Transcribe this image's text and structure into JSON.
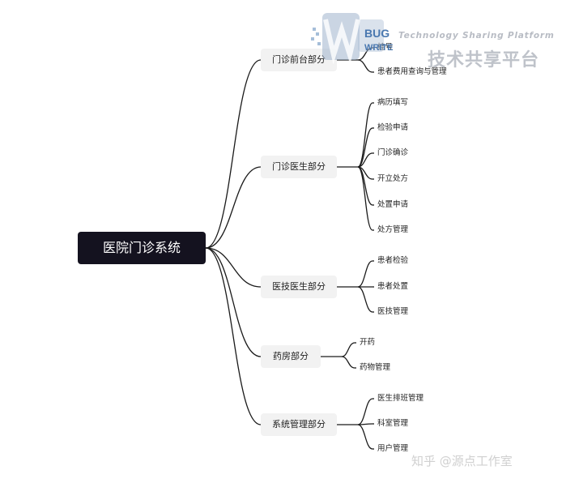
{
  "mindmap": {
    "root": "医院门诊系统",
    "branches": [
      {
        "label": "门诊前台部分",
        "children": [
          "挂号",
          "患者费用查询与管理"
        ]
      },
      {
        "label": "门诊医生部分",
        "children": [
          "病历填写",
          "检验申请",
          "门诊确诊",
          "开立处方",
          "处置申请",
          "处方管理"
        ]
      },
      {
        "label": "医技医生部分",
        "children": [
          "患者检验",
          "患者处置",
          "医技管理"
        ]
      },
      {
        "label": "药房部分",
        "children": [
          "开药",
          "药物管理"
        ]
      },
      {
        "label": "系统管理部分",
        "children": [
          "医生排班管理",
          "科室管理",
          "用户管理"
        ]
      }
    ]
  },
  "watermark": {
    "logo_text_1": "BUG",
    "logo_text_2": "WRITE",
    "tagline_en": "Technology Sharing Platform",
    "tagline_cn": "技术共享平台",
    "credit": "知乎 @源点工作室"
  },
  "colors": {
    "root_bg": "#14121f",
    "branch_bg": "#f2f2f2",
    "edge": "#1a1a1a",
    "watermark": "#b8bcc4"
  }
}
